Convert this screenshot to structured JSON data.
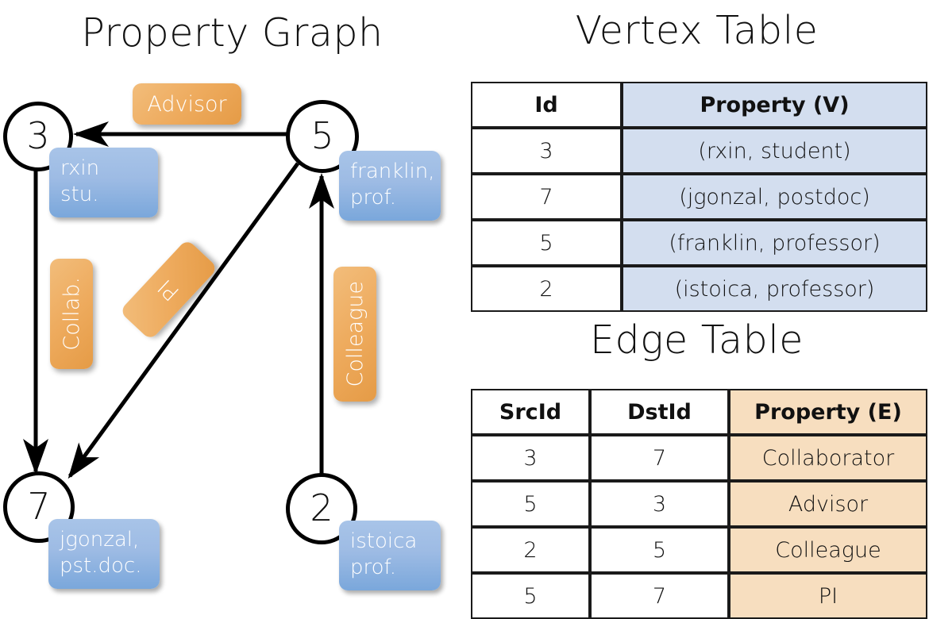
{
  "titles": {
    "property_graph": "Property Graph",
    "vertex_table": "Vertex Table",
    "edge_table": "Edge Table"
  },
  "graph": {
    "nodes": [
      {
        "id": "3",
        "prop_line1": "rxin",
        "prop_line2": "stu."
      },
      {
        "id": "5",
        "prop_line1": "franklin,",
        "prop_line2": "prof."
      },
      {
        "id": "7",
        "prop_line1": "jgonzal,",
        "prop_line2": "pst.doc."
      },
      {
        "id": "2",
        "prop_line1": "istoica",
        "prop_line2": "prof."
      }
    ],
    "edge_labels": [
      {
        "name": "advisor",
        "text": "Advisor"
      },
      {
        "name": "collab",
        "text": "Collab."
      },
      {
        "name": "pi",
        "text": "PI"
      },
      {
        "name": "colleague",
        "text": "Colleague"
      }
    ]
  },
  "vertex_table": {
    "headers": [
      "Id",
      "Property (V)"
    ],
    "rows": [
      {
        "id": "3",
        "property": "(rxin, student)"
      },
      {
        "id": "7",
        "property": "(jgonzal, postdoc)"
      },
      {
        "id": "5",
        "property": "(franklin, professor)"
      },
      {
        "id": "2",
        "property": "(istoica, professor)"
      }
    ]
  },
  "edge_table": {
    "headers": [
      "SrcId",
      "DstId",
      "Property (E)"
    ],
    "rows": [
      {
        "src": "3",
        "dst": "7",
        "property": "Collaborator"
      },
      {
        "src": "5",
        "dst": "3",
        "property": "Advisor"
      },
      {
        "src": "2",
        "dst": "5",
        "property": "Colleague"
      },
      {
        "src": "5",
        "dst": "7",
        "property": "PI"
      }
    ]
  },
  "colors": {
    "vertex_header_blue": "#d3deef",
    "edge_header_orange": "#f7debf",
    "node_box_blue": "#8fb4e2",
    "edge_label_orange": "#eeab5e"
  }
}
